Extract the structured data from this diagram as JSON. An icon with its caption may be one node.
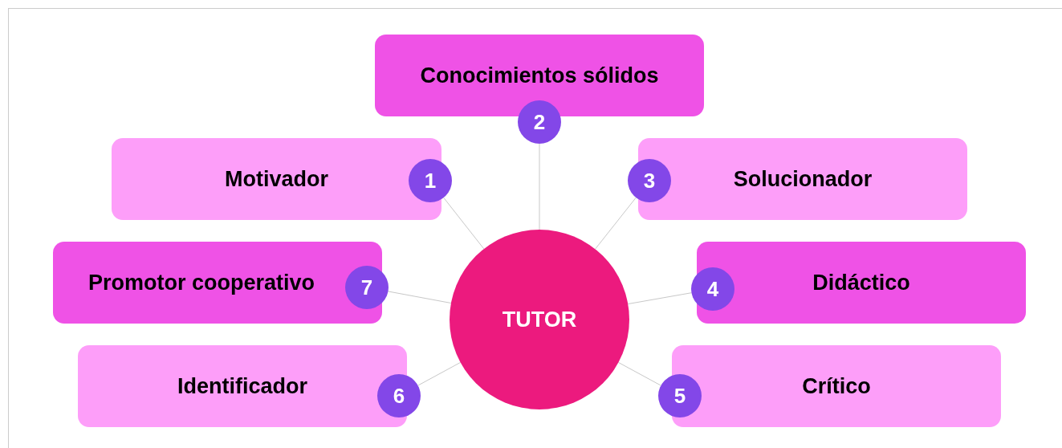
{
  "diagram": {
    "nodes": [
      {
        "text": [
          "Conocimientos sólidos"
        ]
      },
      {
        "text": [
          "2"
        ]
      },
      {
        "text": [
          "Motivador"
        ]
      },
      {
        "text": [
          "1"
        ]
      },
      {
        "text": [
          "3"
        ]
      },
      {
        "text": [
          "Solucionador"
        ]
      },
      {
        "text": [
          "Promotor cooperativo"
        ]
      },
      {
        "text": [
          "7"
        ]
      },
      {
        "text": [
          "TUTOR"
        ]
      },
      {
        "text": [
          "4"
        ]
      },
      {
        "text": [
          "Didáctico"
        ]
      },
      {
        "text": [
          "Identificador"
        ]
      },
      {
        "text": [
          "6"
        ]
      },
      {
        "text": [
          "5"
        ]
      },
      {
        "text": [
          "Crítico"
        ]
      }
    ],
    "edges": [
      {
        "from": 8,
        "to": 3,
        "arrow": "none"
      },
      {
        "from": 8,
        "to": 1,
        "arrow": "none"
      },
      {
        "from": 8,
        "to": 4,
        "arrow": "none"
      },
      {
        "from": 8,
        "to": 9,
        "arrow": "none"
      },
      {
        "from": 8,
        "to": 13,
        "arrow": "none"
      },
      {
        "from": 8,
        "to": 12,
        "arrow": "none"
      },
      {
        "from": 8,
        "to": 7,
        "arrow": "none"
      }
    ]
  }
}
